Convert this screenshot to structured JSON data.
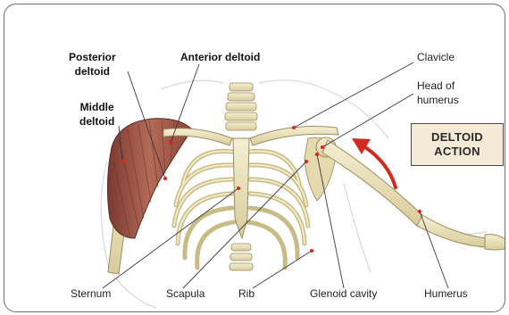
{
  "labels": {
    "posterior_deltoid": [
      "Posterior",
      "deltoid"
    ],
    "middle_deltoid": [
      "Middle",
      "deltoid"
    ],
    "anterior_deltoid": "Anterior deltoid",
    "clavicle": "Clavicle",
    "head_of_humerus": [
      "Head of",
      "humerus"
    ],
    "sternum": "Sternum",
    "scapula": "Scapula",
    "rib": "Rib",
    "glenoid_cavity": "Glenoid cavity",
    "humerus": "Humerus"
  },
  "action_box": [
    "DELTOID",
    "ACTION"
  ],
  "colors": {
    "muscle": "#a0584a",
    "bone": "#ece3bf",
    "arrow": "#d42a1e",
    "box_fill": "#f4ead6",
    "pointer_line": "#3a3a3a"
  }
}
